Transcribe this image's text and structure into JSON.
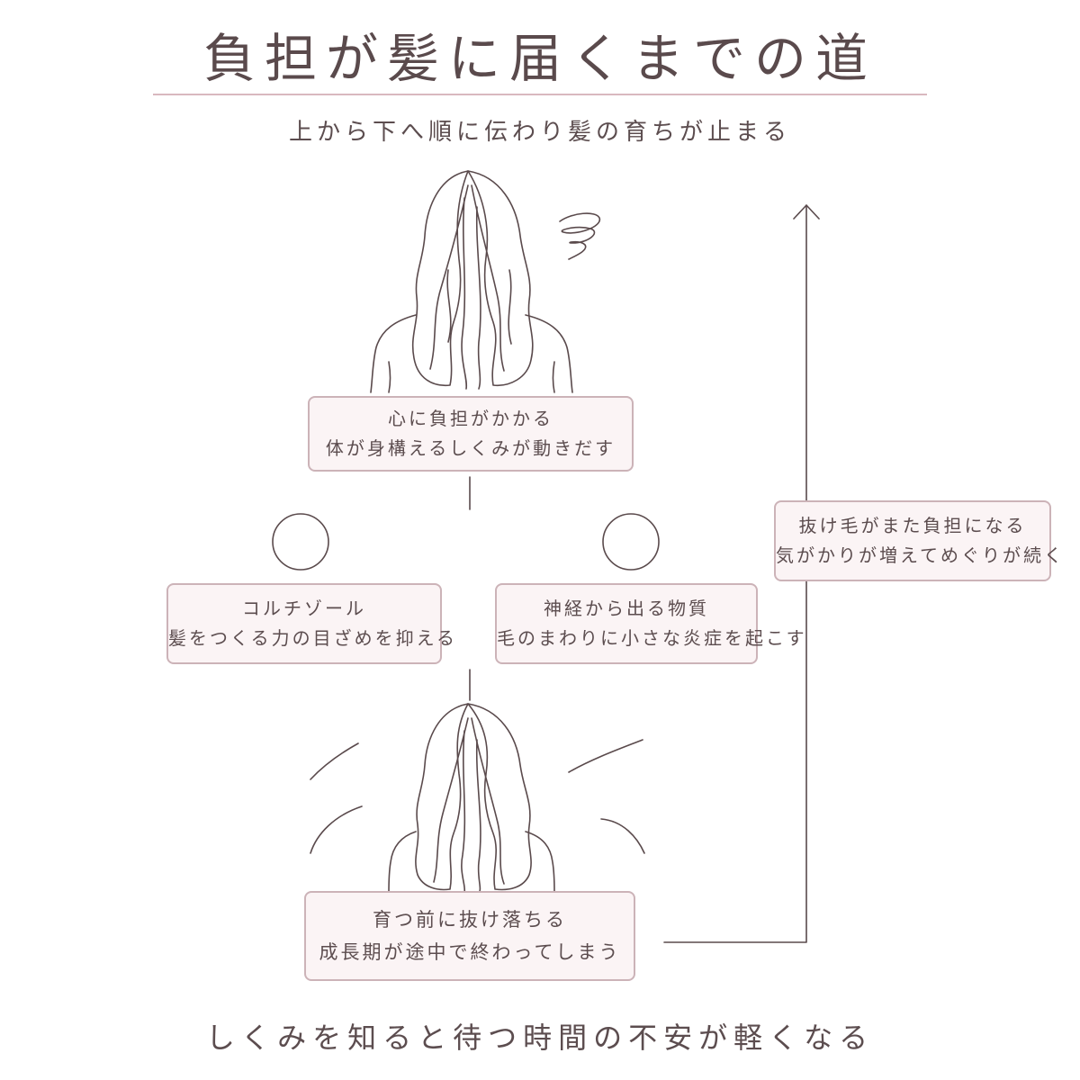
{
  "header": {
    "title": "負担が髪に届くまでの道",
    "subtitle": "上から下へ順に伝わり髪の育ちが止まる"
  },
  "boxes": {
    "top": {
      "line1": "心に負担がかかる",
      "line2": "体が身構えるしくみが動きだす"
    },
    "left": {
      "line1": "コルチゾール",
      "line2": "髪をつくる力の目ざめを抑える"
    },
    "right": {
      "line1": "神経から出る物質",
      "line2": "毛のまわりに小さな炎症を起こす"
    },
    "bottom": {
      "line1": "育つ前に抜け落ちる",
      "line2": "成長期が途中で終わってしまう"
    },
    "side": {
      "line1": "抜け毛がまた負担になる",
      "line2": "気がかりが増えてめぐりが続く"
    }
  },
  "footer": {
    "text": "しくみを知ると待つ時間の不安が軽くなる"
  },
  "colors": {
    "text": "#5c4d4f",
    "line": "#5a4a4c",
    "box_border": "#ccb3b8",
    "box_fill": "#fbf4f5",
    "accent_rule": "#d9b8bf"
  }
}
